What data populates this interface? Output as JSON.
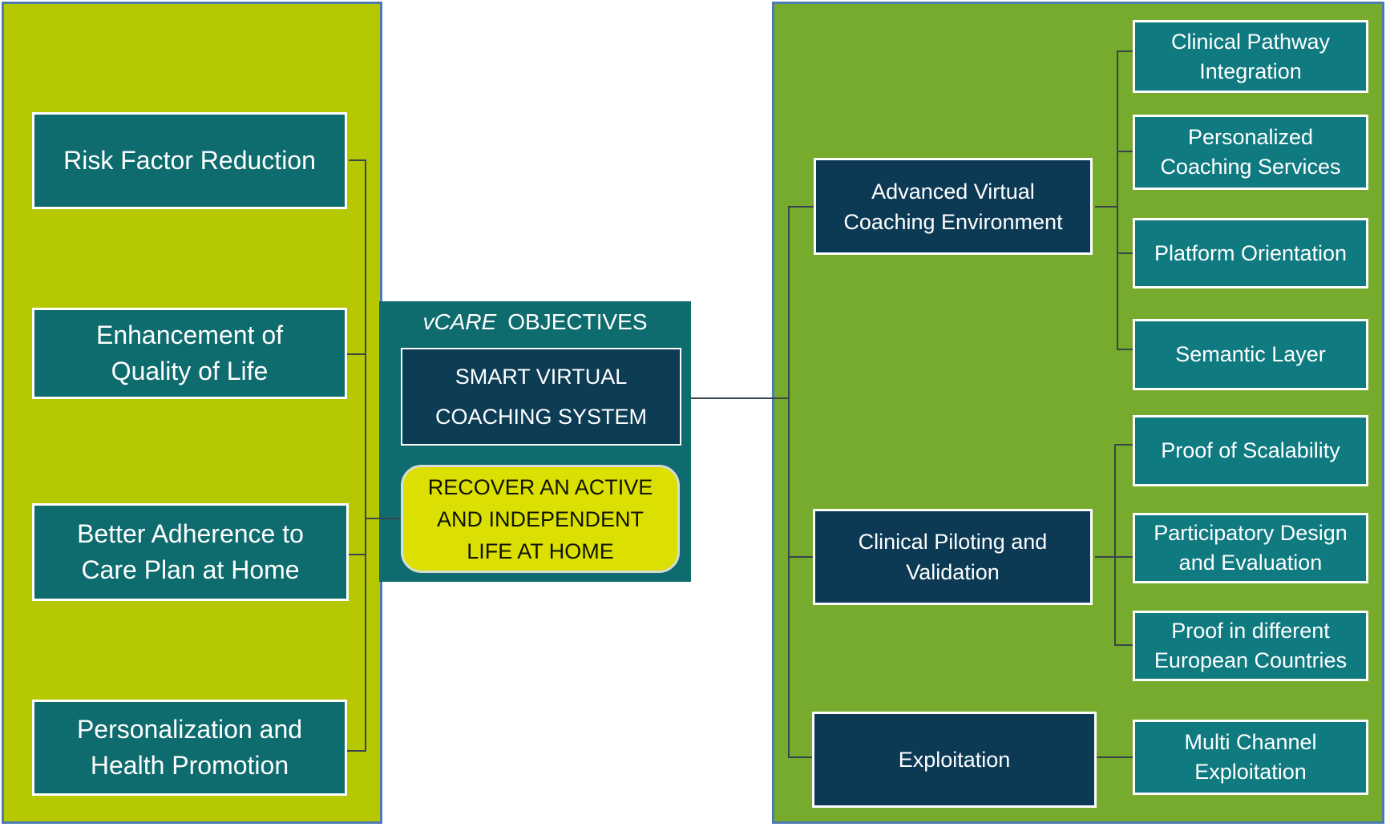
{
  "colors": {
    "left_panel_green": "#b5c802",
    "right_panel_green": "#76ab2d",
    "panel_border_blue": "#4e7ab3",
    "objective_teal": "#0e6b6e",
    "sub_box_teal": "#0f7a80",
    "group_navy": "#0c3a55",
    "system_navy": "#0d3c55",
    "goal_yellow": "#dcdf02",
    "connector_gray": "#39444c",
    "text_white": "#ffffff"
  },
  "left_panel": {
    "objectives": [
      {
        "lines": [
          "Risk Factor Reduction",
          ""
        ]
      },
      {
        "lines": [
          "Enhancement of",
          "Quality of Life"
        ]
      },
      {
        "lines": [
          "Better Adherence to",
          "Care Plan at Home"
        ]
      },
      {
        "lines": [
          "Personalization and",
          "Health Promotion"
        ]
      }
    ]
  },
  "center": {
    "title_brand": "vCARE",
    "title_rest": "OBJECTIVES",
    "system_box": {
      "lines": [
        "SMART VIRTUAL",
        "COACHING SYSTEM"
      ]
    },
    "goal_box": {
      "lines": [
        "RECOVER AN ACTIVE",
        "AND  INDEPENDENT",
        "LIFE AT HOME"
      ]
    }
  },
  "right_panel": {
    "groups": [
      {
        "label": {
          "lines": [
            "Advanced Virtual",
            "Coaching Environment"
          ]
        },
        "children": [
          {
            "lines": [
              "Clinical Pathway",
              "Integration"
            ]
          },
          {
            "lines": [
              "Personalized",
              "Coaching Services"
            ]
          },
          {
            "lines": [
              "Platform Orientation",
              ""
            ]
          },
          {
            "lines": [
              "Semantic Layer",
              ""
            ]
          }
        ]
      },
      {
        "label": {
          "lines": [
            "Clinical Piloting and",
            "Validation"
          ]
        },
        "children": [
          {
            "lines": [
              "Proof of Scalability",
              ""
            ]
          },
          {
            "lines": [
              "Participatory Design",
              "and Evaluation"
            ]
          },
          {
            "lines": [
              "Proof in different",
              "European Countries"
            ]
          }
        ]
      },
      {
        "label": {
          "lines": [
            "Exploitation",
            ""
          ]
        },
        "children": [
          {
            "lines": [
              "Multi Channel",
              "Exploitation"
            ]
          }
        ]
      }
    ]
  }
}
